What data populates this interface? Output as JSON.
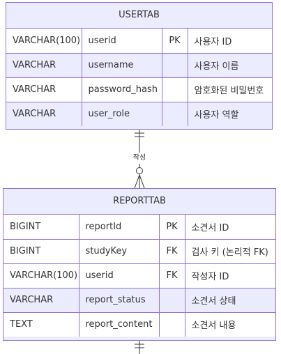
{
  "entities": [
    {
      "name": "USERTAB",
      "attributes": [
        {
          "type": "VARCHAR(100)",
          "name": "userid",
          "key": "PK",
          "comment": "사용자 ID"
        },
        {
          "type": "VARCHAR",
          "name": "username",
          "key": "",
          "comment": "사용자 이름"
        },
        {
          "type": "VARCHAR",
          "name": "password_hash",
          "key": "",
          "comment": "암호화된 비밀번호"
        },
        {
          "type": "VARCHAR",
          "name": "user_role",
          "key": "",
          "comment": "사용자 역할"
        }
      ]
    },
    {
      "name": "REPORTTAB",
      "attributes": [
        {
          "type": "BIGINT",
          "name": "reportId",
          "key": "PK",
          "comment": "소견서 ID"
        },
        {
          "type": "BIGINT",
          "name": "studyKey",
          "key": "FK",
          "comment": "검사 키 (논리적 FK)"
        },
        {
          "type": "VARCHAR(100)",
          "name": "userid",
          "key": "FK",
          "comment": "작성자 ID"
        },
        {
          "type": "VARCHAR",
          "name": "report_status",
          "key": "",
          "comment": "소견서 상태"
        },
        {
          "type": "TEXT",
          "name": "report_content",
          "key": "",
          "comment": "소견서 내용"
        }
      ]
    }
  ],
  "relationship": {
    "label": "작성",
    "from": "USERTAB",
    "to": "REPORTTAB",
    "from_cardinality": "exactly-one",
    "to_cardinality": "zero-or-more"
  },
  "colors": {
    "border": "#9370DB",
    "header_fill": "#ECECFF",
    "row_fill": "#ffffff",
    "line": "#333333"
  }
}
